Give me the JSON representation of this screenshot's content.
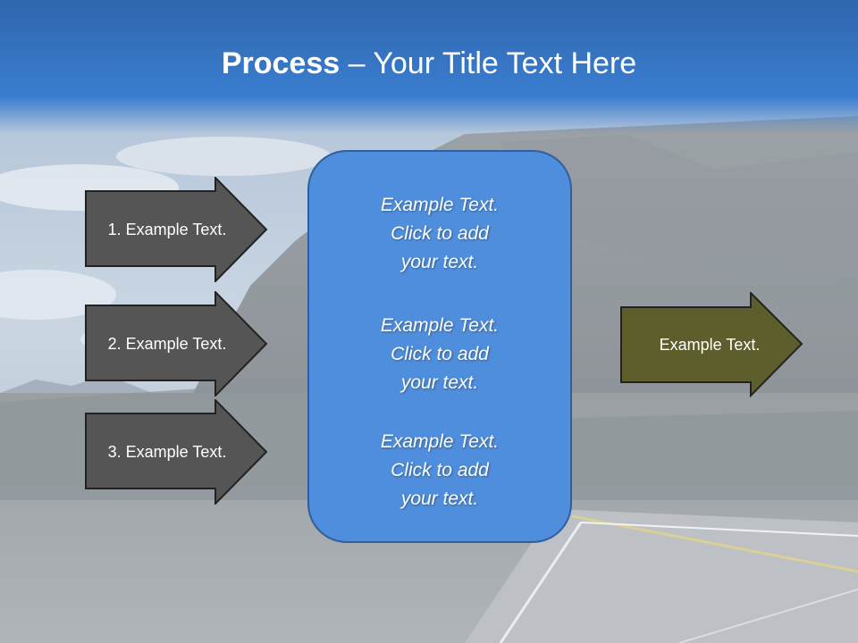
{
  "title": {
    "strong": "Process",
    "rest": " – Your Title Text Here"
  },
  "inputs": [
    {
      "label": "1. Example Text."
    },
    {
      "label": "2. Example Text."
    },
    {
      "label": "3. Example Text."
    }
  ],
  "center": {
    "blocks": [
      {
        "line1": "Example Text.",
        "line2": "Click  to add",
        "line3": "your text."
      },
      {
        "line1": "Example Text.",
        "line2": "Click  to add",
        "line3": "your text."
      },
      {
        "line1": "Example Text.",
        "line2": "Click  to add",
        "line3": "your text."
      }
    ]
  },
  "output": {
    "label": "Example Text."
  },
  "colors": {
    "header": "#3a7dd0",
    "input_arrow_fill": "#555555",
    "center_box_fill": "#4f8edc",
    "output_arrow_fill": "#5e5e2c"
  }
}
